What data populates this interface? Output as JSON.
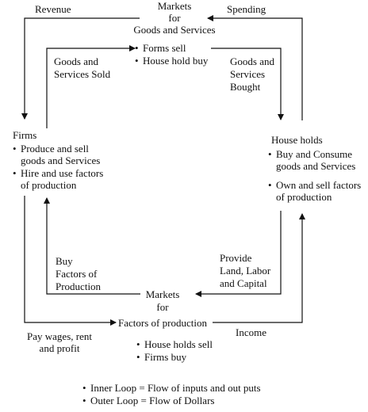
{
  "top_markets": {
    "line1": "Markets",
    "line2": "for",
    "line3": "Goods and Services"
  },
  "top_markets_bullets": [
    "Forms sell",
    "House hold buy"
  ],
  "bottom_markets": {
    "line1": "Markets",
    "line2": "for",
    "line3": "Factors of production"
  },
  "bottom_markets_bullets": [
    "House holds sell",
    "Firms buy"
  ],
  "firms": {
    "title": "Firms",
    "bullet1": [
      "Produce and sell",
      "goods and Services"
    ],
    "bullet2": [
      "Hire and use factors",
      "of production"
    ]
  },
  "households": {
    "title": "House holds",
    "bullet1": [
      "Buy and Consume",
      "goods and Services"
    ],
    "bullet2": [
      "Own and sell factors",
      "of production"
    ]
  },
  "flows": {
    "revenue": "Revenue",
    "spending": "Spending",
    "goods_sold": [
      "Goods and",
      "Services Sold"
    ],
    "goods_bought": [
      "Goods and",
      "Services",
      "Bought"
    ],
    "buy_factors": [
      "Buy",
      "Factors of",
      "Production"
    ],
    "provide": [
      "Provide",
      "Land, Labor",
      "and Capital"
    ],
    "pay": [
      "Pay wages, rent",
      "and profit"
    ],
    "income": "Income"
  },
  "legend": [
    "Inner Loop = Flow of inputs and out puts",
    "Outer Loop = Flow of Dollars"
  ],
  "colors": {
    "line": "#111111",
    "text": "#111111",
    "background": "#ffffff"
  }
}
